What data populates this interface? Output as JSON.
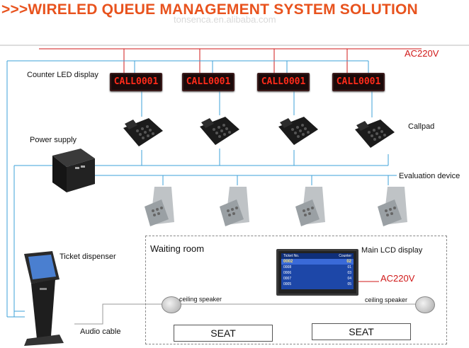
{
  "title": ">>>WIRELED QUEUE MANAGEMENT SYSTEM SOLUTION",
  "watermark": "tonsenca.en.alibaba.com",
  "labels": {
    "counter_led": "Counter LED display",
    "power_supply": "Power supply",
    "callpad": "Callpad",
    "evaluation": "Evaluation device",
    "ticket_dispenser": "Ticket dispenser",
    "waiting_room": "Waiting room",
    "main_lcd": "Main LCD display",
    "ac_top": "AC220V",
    "ac_room": "AC220V",
    "ceiling_left": "ceiling speaker",
    "ceiling_right": "ceiling speaker",
    "audio_cable": "Audio cable",
    "seat_left": "SEAT",
    "seat_right": "SEAT"
  },
  "led_displays": [
    "CALL0001",
    "CALL0001",
    "CALL0001",
    "CALL0001"
  ],
  "lcd_screen": {
    "header_left": "Ticket No.",
    "header_right": "Counter",
    "rows": [
      {
        "ticket": "0002",
        "counter": "02"
      },
      {
        "ticket": "0008",
        "counter": "01"
      },
      {
        "ticket": "0006",
        "counter": "03"
      },
      {
        "ticket": "0007",
        "counter": "04"
      },
      {
        "ticket": "0005",
        "counter": "05"
      }
    ]
  },
  "colors": {
    "title": "#e8531e",
    "power_line": "#d01818",
    "signal_line": "#3ea0d8",
    "led_text": "#ff2b1a"
  }
}
